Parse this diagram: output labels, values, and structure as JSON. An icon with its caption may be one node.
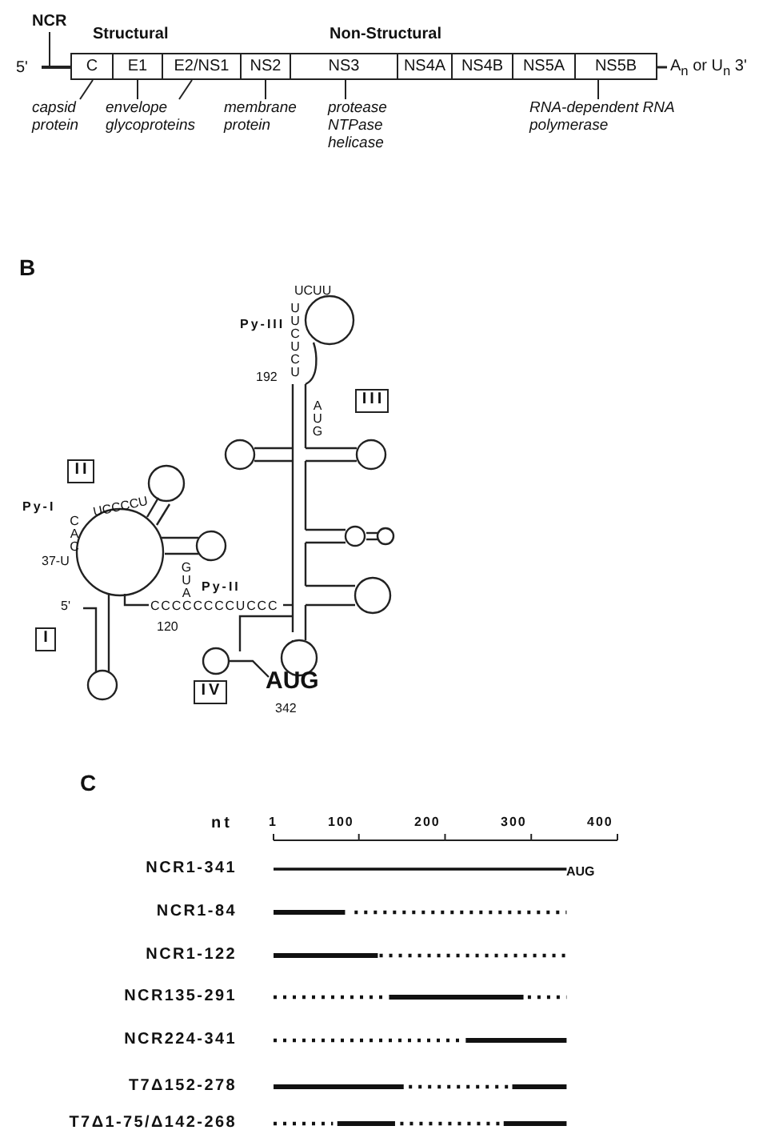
{
  "diagram": {
    "nodes": [
      {
        "text": [
          "NCR"
        ]
      },
      {
        "text": [
          "C"
        ]
      },
      {
        "text": [
          "E1"
        ]
      },
      {
        "text": [
          "E2/NS1"
        ]
      },
      {
        "text": [
          "NS2"
        ]
      },
      {
        "text": [
          "NS3"
        ]
      },
      {
        "text": [
          "NS4A"
        ]
      },
      {
        "text": [
          "NS4B"
        ]
      },
      {
        "text": [
          "NS5A"
        ]
      },
      {
        "text": [
          "NS5B"
        ]
      },
      {
        "text": [
          "capsid protein"
        ]
      },
      {
        "text": [
          "envelope glycoproteins"
        ]
      },
      {
        "text": [
          "membrane protein"
        ]
      },
      {
        "text": [
          "protease NTPase helicase"
        ]
      },
      {
        "text": [
          "RNA-dependent RNA polymerase"
        ]
      },
      {
        "text": [
          "II"
        ]
      },
      {
        "text": [
          "III"
        ]
      },
      {
        "text": [
          "I"
        ]
      },
      {
        "text": [
          "IV"
        ]
      },
      {
        "text": [],
        "shape": "bar"
      }
    ],
    "edges": [
      {
        "from": 0,
        "to": 19,
        "arrow": "none"
      },
      {
        "from": 10,
        "to": 1,
        "arrow": "none"
      },
      {
        "from": 11,
        "to": 2,
        "arrow": "none"
      },
      {
        "from": 11,
        "to": 3,
        "arrow": "none"
      },
      {
        "from": 12,
        "to": 4,
        "arrow": "none"
      },
      {
        "from": 13,
        "to": 5,
        "arrow": "none"
      },
      {
        "from": 14,
        "to": 9,
        "arrow": "none"
      }
    ],
    "labels": [
      "5'",
      "Structural",
      "Non-Structural",
      "A$_{n}$ or U$_{n}$ 3'",
      "B",
      "Py-III",
      "UCUU",
      "UUCUCU",
      "192",
      "AUG",
      "Py-I",
      "UCCCCU",
      "CAC",
      "37-U",
      "GUA",
      "Py-II",
      "CCCCCCCCUCCC",
      "120",
      "5'",
      "AUG",
      "342",
      "C",
      "nt",
      "1",
      "100",
      "200",
      "300",
      "400",
      "NCR1-341",
      "AUG",
      "NCR1-84",
      "NCR1-122",
      "NCR135-291",
      "NCR224-341",
      "T7Δ152-278",
      "T7Δ1-75/Δ142-268"
    ]
  }
}
